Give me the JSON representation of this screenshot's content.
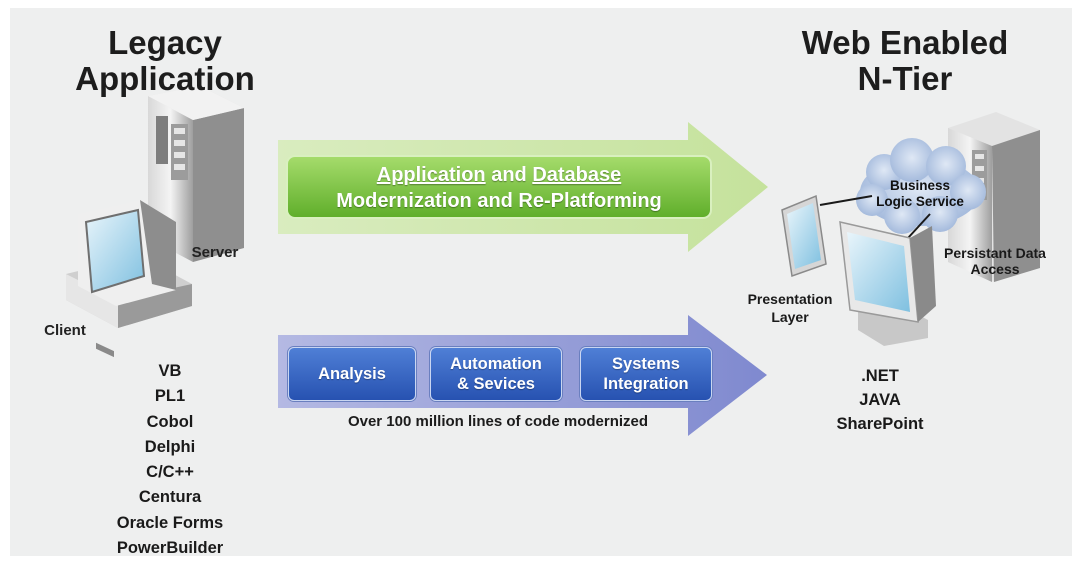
{
  "legacy": {
    "title_line1": "Legacy",
    "title_line2": "Application",
    "server_label": "Server",
    "client_label": "Client",
    "languages": [
      "VB",
      "PL1",
      "Cobol",
      "Delphi",
      "C/C++",
      "Centura",
      "Oracle Forms",
      "PowerBuilder"
    ]
  },
  "target": {
    "title_line1": "Web Enabled",
    "title_line2": "N-Tier",
    "business_line1": "Business",
    "business_line2": "Logic Service",
    "persistent_line1": "Persistant Data",
    "persistent_line2": "Access",
    "presentation_line1": "Presentation",
    "presentation_line2": "Layer",
    "platforms": [
      ".NET",
      "JAVA",
      "SharePoint"
    ]
  },
  "top_arrow": {
    "word1": "Application",
    "word_and": " and ",
    "word2": "Database",
    "line2": "Modernization and Re-Platforming"
  },
  "bottom_arrow": {
    "steps": [
      {
        "line1": "Analysis",
        "line2": ""
      },
      {
        "line1": "Automation",
        "line2": "& Sevices"
      },
      {
        "line1": "Systems",
        "line2": "Integration"
      }
    ],
    "caption": "Over 100 million lines of code modernized"
  },
  "colors": {
    "green_arrow": "#cfe6a8",
    "green_box": "#7cc43f",
    "blue_arrow": "#8c95d4",
    "blue_box": "#2f5cbf",
    "cloud": "#b9cbe6"
  }
}
